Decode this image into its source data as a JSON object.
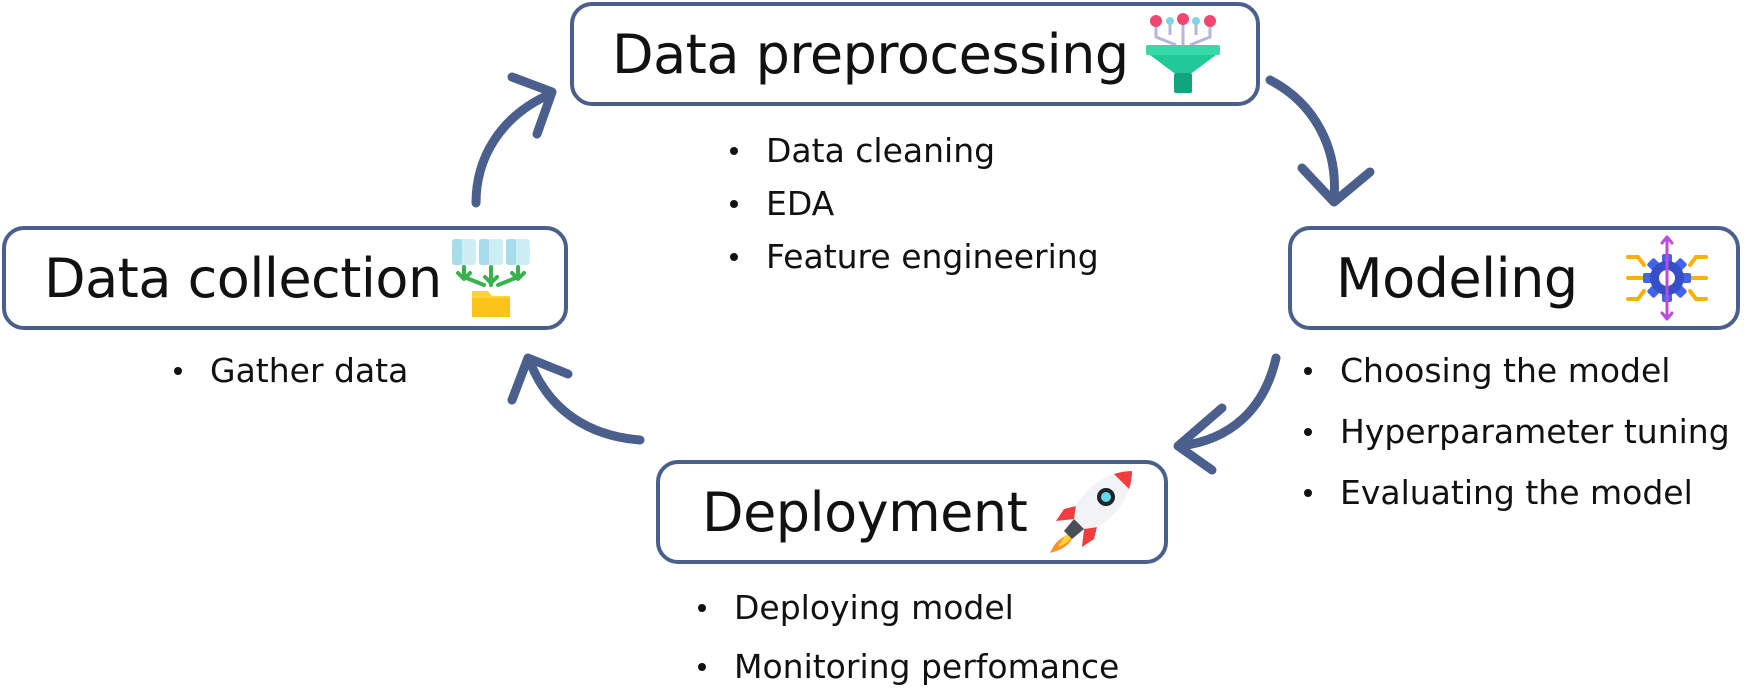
{
  "diagram": {
    "type": "cycle",
    "colors": {
      "border": "#4a5f8c",
      "arrow": "#4a5f8c",
      "text": "#111111"
    },
    "stages": {
      "preprocessing": {
        "title": "Data preprocessing",
        "icon": "funnel-icon",
        "items": [
          "Data cleaning",
          "EDA",
          "Feature engineering"
        ]
      },
      "modeling": {
        "title": "Modeling",
        "icon": "gear-icon",
        "items": [
          "Choosing the model",
          "Hyperparameter tuning",
          "Evaluating the model"
        ]
      },
      "deployment": {
        "title": "Deployment",
        "icon": "rocket-icon",
        "items": [
          "Deploying model",
          "Monitoring perfomance"
        ]
      },
      "collection": {
        "title": "Data collection",
        "icon": "data-download-icon",
        "items": [
          "Gather data"
        ]
      }
    },
    "flow": [
      [
        "collection",
        "preprocessing"
      ],
      [
        "preprocessing",
        "modeling"
      ],
      [
        "modeling",
        "deployment"
      ],
      [
        "deployment",
        "collection"
      ]
    ]
  }
}
